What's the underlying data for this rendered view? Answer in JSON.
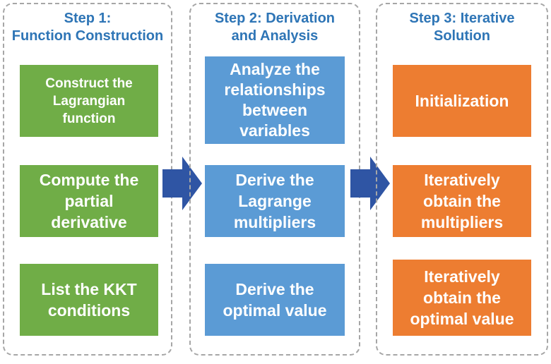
{
  "steps": [
    {
      "title": "Step  1:\nFunction Construction",
      "color": "#70ad47",
      "boxes": [
        "Construct the\nLagrangian\nfunction",
        "Compute the\npartial\nderivative",
        "List the KKT\nconditions"
      ]
    },
    {
      "title": "Step 2: Derivation\nand Analysis",
      "color": "#5b9bd5",
      "boxes": [
        "Analyze the\nrelationships\nbetween\nvariables",
        "Derive the\nLagrange\nmultipliers",
        "Derive the\noptimal value"
      ]
    },
    {
      "title": "Step 3: Iterative\nSolution",
      "color": "#ed7d31",
      "boxes": [
        "Initialization",
        "Iteratively\nobtain the\nmultipliers",
        "Iteratively\nobtain the\noptimal value"
      ]
    }
  ],
  "colors": {
    "title": "#2e75b6",
    "arrow": "#2f55a4",
    "border": "#a6a6a6"
  }
}
